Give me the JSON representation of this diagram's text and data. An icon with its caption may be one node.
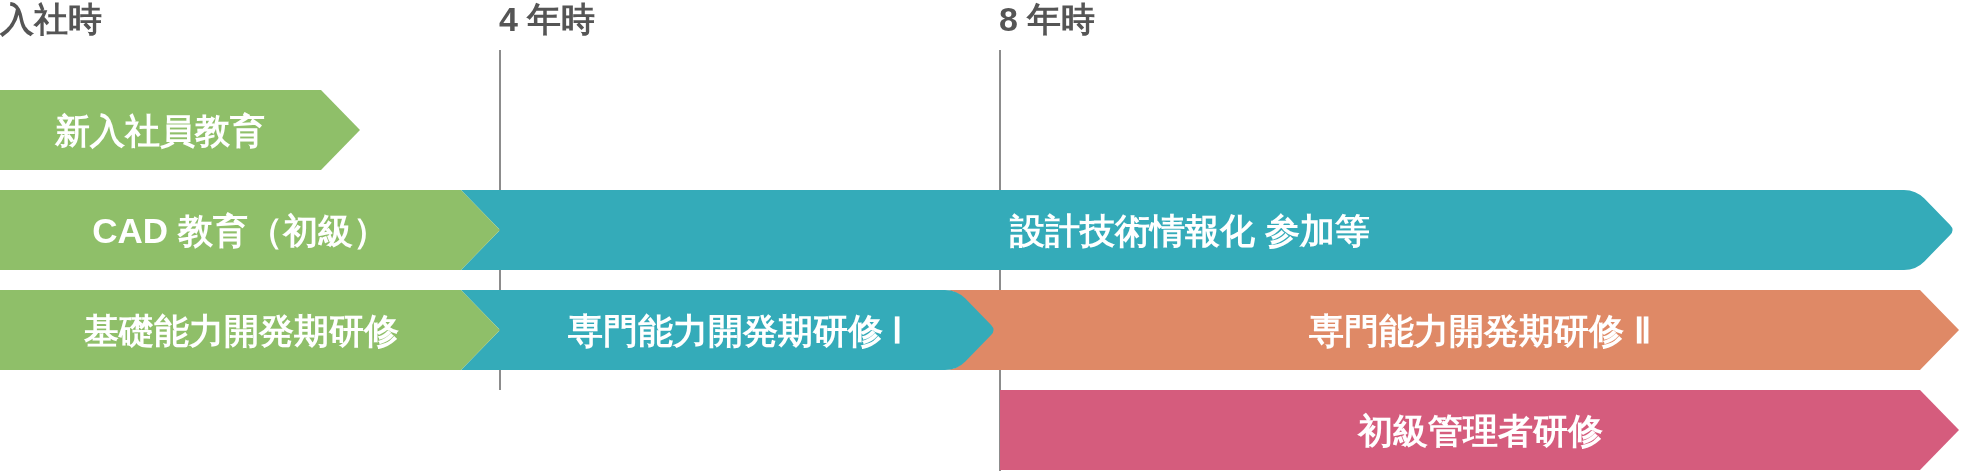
{
  "diagram": {
    "nodes": [
      {
        "text": [
          "新入社員教育"
        ]
      },
      {
        "text": [
          "CAD 教育（初級）"
        ]
      },
      {
        "text": [
          "設計技術情報化 参加等"
        ]
      },
      {
        "text": [
          "基礎能力開発期研修"
        ]
      },
      {
        "text": [
          "専門能力開発期研修 Ⅰ"
        ]
      },
      {
        "text": [
          "専門能力開発期研修 Ⅱ"
        ]
      },
      {
        "text": [
          "初級管理者研修"
        ]
      }
    ],
    "labels": [
      "入社時",
      "4 年時",
      "8 年時"
    ]
  }
}
